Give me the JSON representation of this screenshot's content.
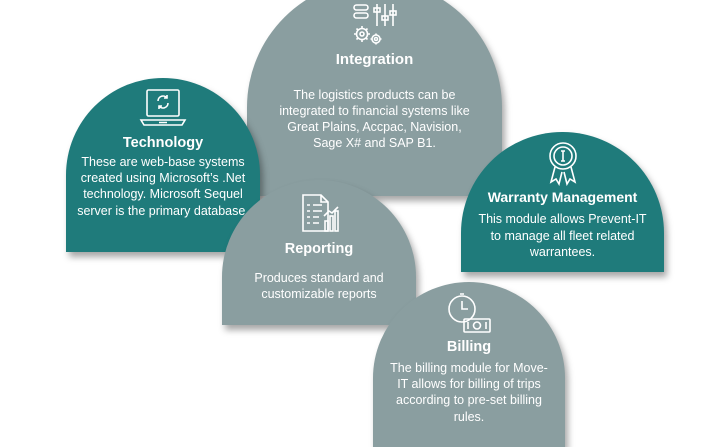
{
  "colors": {
    "gray_circle": "#8a9ea0",
    "teal_circle": "#1f7b7b",
    "text": "#ffffff"
  },
  "modules": {
    "integration": {
      "icon": "settings-sliders-gears-icon",
      "title": "Integration",
      "description": "The logistics products can be integrated to financial systems like Great Plains, Accpac, Navision, Sage X# and SAP B1."
    },
    "technology": {
      "icon": "laptop-sync-icon",
      "title": "Technology",
      "description": "These are web-base systems created using Microsoft’s .Net technology. Microsoft Sequel server is the primary database."
    },
    "warranty": {
      "icon": "certificate-ribbon-icon",
      "title": "Warranty Management",
      "description": "This module allows Prevent-IT to manage all fleet related warrantees."
    },
    "reporting": {
      "icon": "report-document-chart-icon",
      "title": "Reporting",
      "description": "Produces standard and customizable reports"
    },
    "billing": {
      "icon": "clock-money-icon",
      "title": "Billing",
      "description": "The billing module for Move-IT allows for billing of trips according to pre-set billing rules."
    }
  }
}
